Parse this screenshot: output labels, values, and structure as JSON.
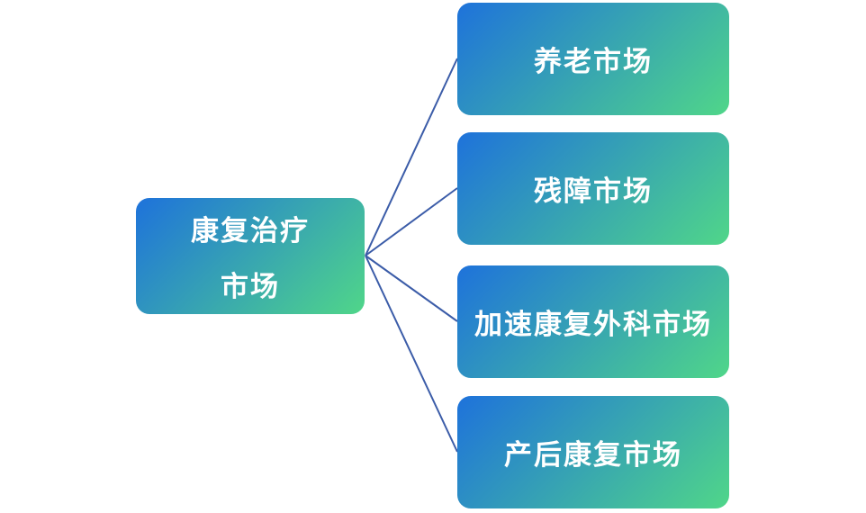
{
  "diagram": {
    "root": {
      "label_line1": "康复治疗",
      "label_line2": "市场"
    },
    "children": [
      {
        "label": "养老市场"
      },
      {
        "label": "残障市场"
      },
      {
        "label": "加速康复外科市场"
      },
      {
        "label": "产后康复市场"
      }
    ],
    "colors": {
      "gradient_start": "#1e72db",
      "gradient_end": "#50d689",
      "connector_line": "#3b5ca8",
      "node_text": "#ffffff",
      "background": "#ffffff"
    }
  }
}
